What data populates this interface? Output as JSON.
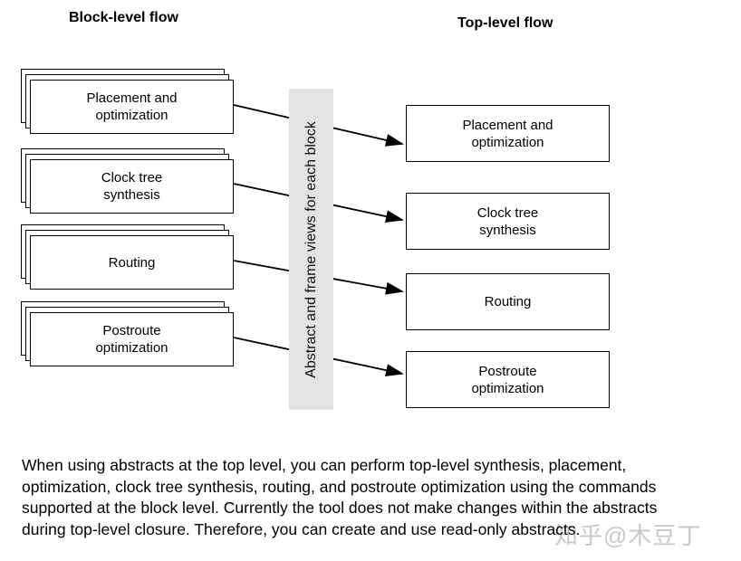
{
  "diagram": {
    "bar_label": "Abstract and frame views for each block",
    "colors": {
      "bar_fill": "#e3e3e3",
      "line": "#000000",
      "box_border": "#000000",
      "background": "#ffffff"
    },
    "block_level": {
      "title": "Block-level flow",
      "items": [
        {
          "label": "Placement and optimization",
          "lines": [
            "Placement and",
            "optimization"
          ]
        },
        {
          "label": "Clock tree synthesis",
          "lines": [
            "Clock tree",
            "synthesis"
          ]
        },
        {
          "label": "Routing",
          "lines": [
            "Routing"
          ]
        },
        {
          "label": "Postroute optimization",
          "lines": [
            "Postroute",
            "optimization"
          ]
        }
      ]
    },
    "top_level": {
      "title": "Top-level flow",
      "items": [
        {
          "label": "Placement and optimization",
          "lines": [
            "Placement and",
            "optimization"
          ]
        },
        {
          "label": "Clock tree synthesis",
          "lines": [
            "Clock tree",
            "synthesis"
          ]
        },
        {
          "label": "Routing",
          "lines": [
            "Routing"
          ]
        },
        {
          "label": "Postroute optimization",
          "lines": [
            "Postroute",
            "optimization"
          ]
        }
      ]
    }
  },
  "paragraph": {
    "lines": [
      "When using abstracts at the top level, you can perform top-level synthesis, placement,",
      "optimization, clock tree synthesis, routing, and postroute optimization using the commands",
      "supported at the block level. Currently the tool does not make changes within the abstracts",
      "during top-level closure. Therefore, you can create and use read-only abstracts."
    ]
  },
  "watermark": {
    "text": "知乎@木豆丁",
    "color": "#c9c9c9"
  }
}
